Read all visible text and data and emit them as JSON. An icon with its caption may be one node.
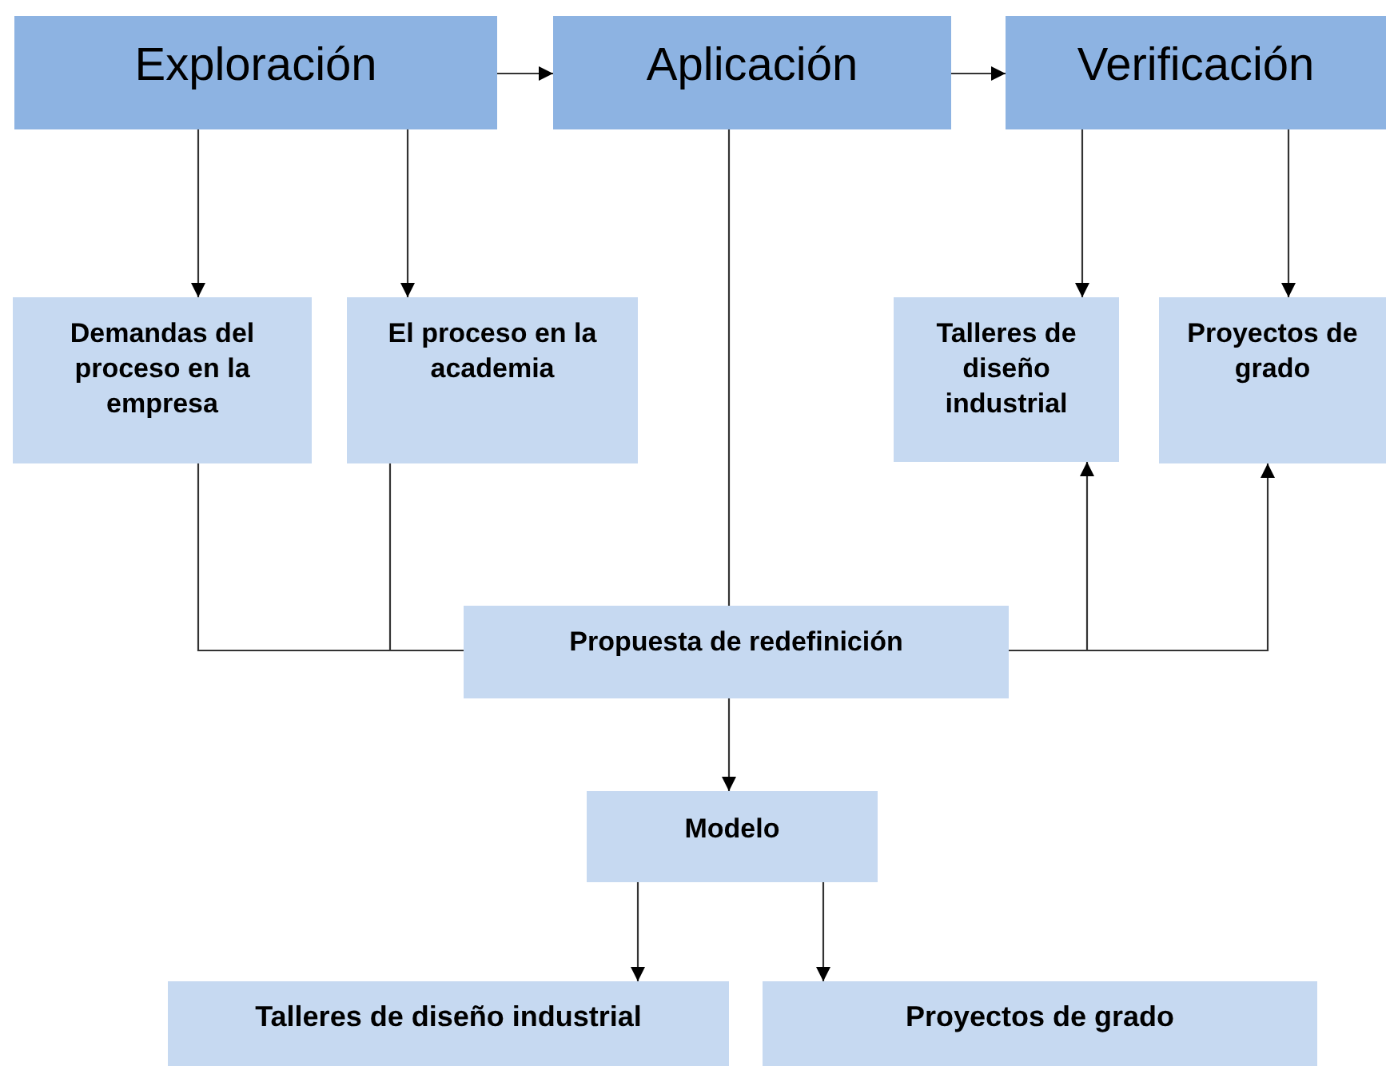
{
  "diagram": {
    "nodes": [
      {
        "text": [
          "Exploración"
        ]
      },
      {
        "text": [
          "Aplicación"
        ]
      },
      {
        "text": [
          "Verificación"
        ]
      },
      {
        "text": [
          "Demandas del proceso en la empresa"
        ]
      },
      {
        "text": [
          "El proceso en la academia"
        ]
      },
      {
        "text": [
          "Talleres de diseño industrial"
        ]
      },
      {
        "text": [
          "Proyectos de grado"
        ]
      },
      {
        "text": [
          "Propuesta de redefinición"
        ]
      },
      {
        "text": [
          "Modelo"
        ]
      },
      {
        "text": [
          "Talleres de diseño industrial"
        ]
      },
      {
        "text": [
          "Proyectos de grado"
        ]
      }
    ],
    "edges": [
      {
        "from": 0,
        "to": 1,
        "arrow": "to"
      },
      {
        "from": 1,
        "to": 2,
        "arrow": "to"
      },
      {
        "from": 0,
        "to": 3,
        "arrow": "to"
      },
      {
        "from": 0,
        "to": 4,
        "arrow": "to"
      },
      {
        "from": 2,
        "to": 5,
        "arrow": "to"
      },
      {
        "from": 2,
        "to": 6,
        "arrow": "to"
      },
      {
        "from": 3,
        "to": 7,
        "arrow": "none"
      },
      {
        "from": 4,
        "to": 7,
        "arrow": "none"
      },
      {
        "from": 1,
        "to": 7,
        "arrow": "none"
      },
      {
        "from": 7,
        "to": 5,
        "arrow": "to"
      },
      {
        "from": 7,
        "to": 6,
        "arrow": "to"
      },
      {
        "from": 7,
        "to": 8,
        "arrow": "to"
      },
      {
        "from": 8,
        "to": 9,
        "arrow": "to"
      },
      {
        "from": 8,
        "to": 10,
        "arrow": "to"
      }
    ]
  }
}
